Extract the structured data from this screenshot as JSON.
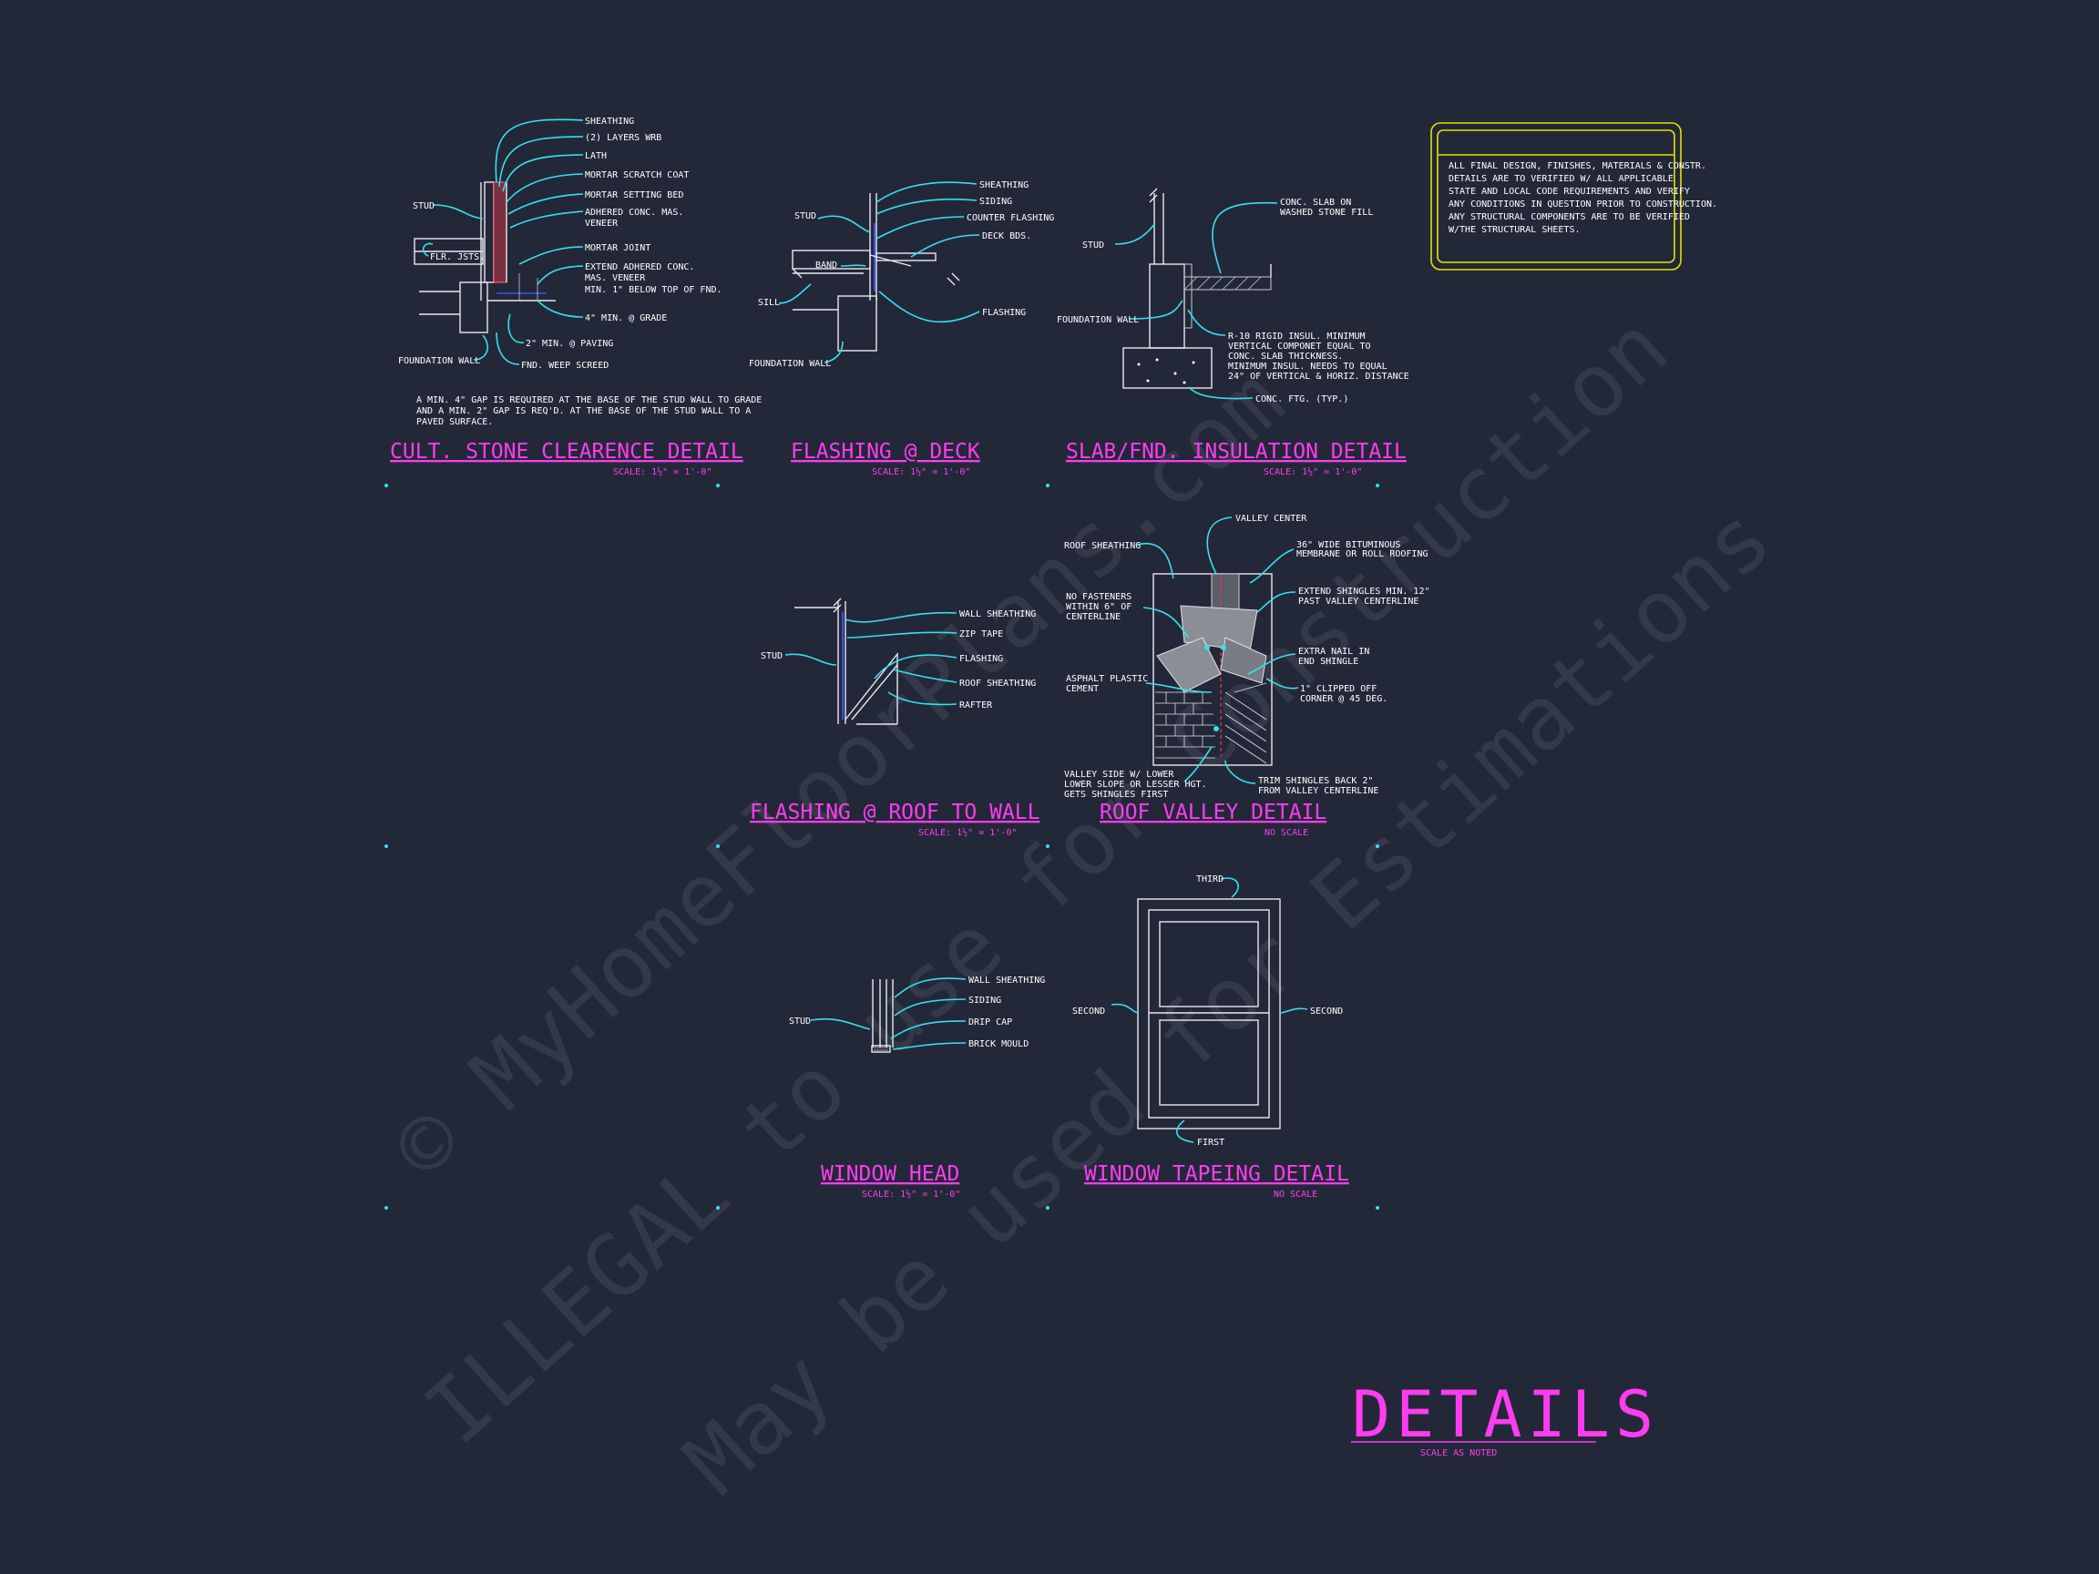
{
  "sheet": {
    "title": "DETAILS",
    "subtitle": "SCALE AS NOTED",
    "colors": {
      "background": "#232838",
      "title": "#ff3cf0",
      "leader": "#35e0ee",
      "note_box": "#e6e000",
      "linework": "#e8e8ee"
    }
  },
  "watermark": {
    "line1": "© MyHomeFloorPlans.com",
    "line2": "ILLEGAL to use for Construction",
    "line3": "May be used for Estimations"
  },
  "general_note": {
    "lines": [
      "ALL FINAL DESIGN, FINISHES, MATERIALS & CONSTR.",
      "DETAILS ARE TO VERIFIED W/ ALL APPLICABLE",
      "STATE AND LOCAL CODE REQUIREMENTS AND VERIFY",
      "ANY CONDITIONS IN QUESTION PRIOR TO CONSTRUCTION.",
      "ANY STRUCTURAL COMPONENTS ARE TO BE VERIFIED",
      "W/THE STRUCTURAL SHEETS."
    ]
  },
  "details": {
    "cult_stone": {
      "title": "CULT. STONE CLEARENCE DETAIL",
      "scale": "SCALE: 1½\" = 1'-0\"",
      "labels": [
        "SHEATHING",
        "(2) LAYERS WRB",
        "LATH",
        "MORTAR SCRATCH COAT",
        "MORTAR SETTING BED",
        "ADHERED CONC. MAS.",
        "VENEER",
        "MORTAR JOINT",
        "EXTEND ADHERED CONC.",
        "MAS. VENEER",
        "MIN. 1\" BELOW TOP OF FND.",
        "4\" MIN. @ GRADE",
        "2\" MIN. @ PAVING",
        "FND. WEEP SCREED",
        "STUD",
        "FLR. JSTS.",
        "FOUNDATION WALL"
      ],
      "note": [
        "A MIN. 4\" GAP IS REQUIRED AT THE BASE OF THE STUD WALL TO GRADE",
        "AND A MIN. 2\" GAP IS REQ'D. AT THE BASE OF THE STUD WALL TO A",
        "PAVED SURFACE."
      ]
    },
    "flashing_deck": {
      "title": "FLASHING @ DECK",
      "scale": "SCALE: 1½\" = 1'-0\"",
      "labels": [
        "SHEATHING",
        "SIDING",
        "COUNTER FLASHING",
        "DECK BDS.",
        "FLASHING",
        "STUD",
        "BAND",
        "SILL",
        "FOUNDATION WALL"
      ]
    },
    "slab_insulation": {
      "title": "SLAB/FND. INSULATION DETAIL",
      "scale": "SCALE: 1½\" = 1'-0\"",
      "labels": [
        "CONC. SLAB ON",
        "WASHED STONE FILL",
        "STUD",
        "FOUNDATION WALL",
        "R-10 RIGID INSUL. MINIMUM",
        "VERTICAL COMPONET EQUAL TO",
        "CONC. SLAB THICKNESS.",
        "MINIMUM INSUL. NEEDS TO EQUAL",
        "24\" OF VERTICAL & HORIZ. DISTANCE",
        "CONC. FTG. (TYP.)"
      ]
    },
    "roof_to_wall": {
      "title": "FLASHING @ ROOF TO WALL",
      "scale": "SCALE: 1½\" = 1'-0\"",
      "labels": [
        "WALL SHEATHING",
        "ZIP TAPE",
        "FLASHING",
        "ROOF SHEATHING",
        "RAFTER",
        "STUD"
      ]
    },
    "roof_valley": {
      "title": "ROOF VALLEY DETAIL",
      "scale": "NO SCALE",
      "labels": [
        "VALLEY CENTER",
        "ROOF SHEATHING",
        "36\" WIDE BITUMINOUS",
        "MEMBRANE OR ROLL ROOFING",
        "EXTEND SHINGLES MIN. 12\"",
        "PAST VALLEY CENTERLINE",
        "NO FASTENERS",
        "WITHIN 6\" OF",
        "CENTERLINE",
        "EXTRA NAIL IN",
        "END SHINGLE",
        "ASPHALT PLASTIC",
        "CEMENT",
        "1\" CLIPPED OFF",
        "CORNER @ 45 DEG.",
        "VALLEY SIDE W/ LOWER",
        "LOWER SLOPE OR LESSER HGT.",
        "GETS SHINGLES FIRST",
        "TRIM SHINGLES BACK 2\"",
        "FROM VALLEY CENTERLINE"
      ]
    },
    "window_head": {
      "title": "WINDOW HEAD",
      "scale": "SCALE: 1½\" = 1'-0\"",
      "labels": [
        "WALL SHEATHING",
        "SIDING",
        "DRIP CAP",
        "BRICK MOULD",
        "STUD"
      ]
    },
    "window_tapeing": {
      "title": "WINDOW TAPEING DETAIL",
      "scale": "NO SCALE",
      "labels": [
        "THIRD",
        "SECOND",
        "SECOND",
        "FIRST"
      ]
    }
  }
}
